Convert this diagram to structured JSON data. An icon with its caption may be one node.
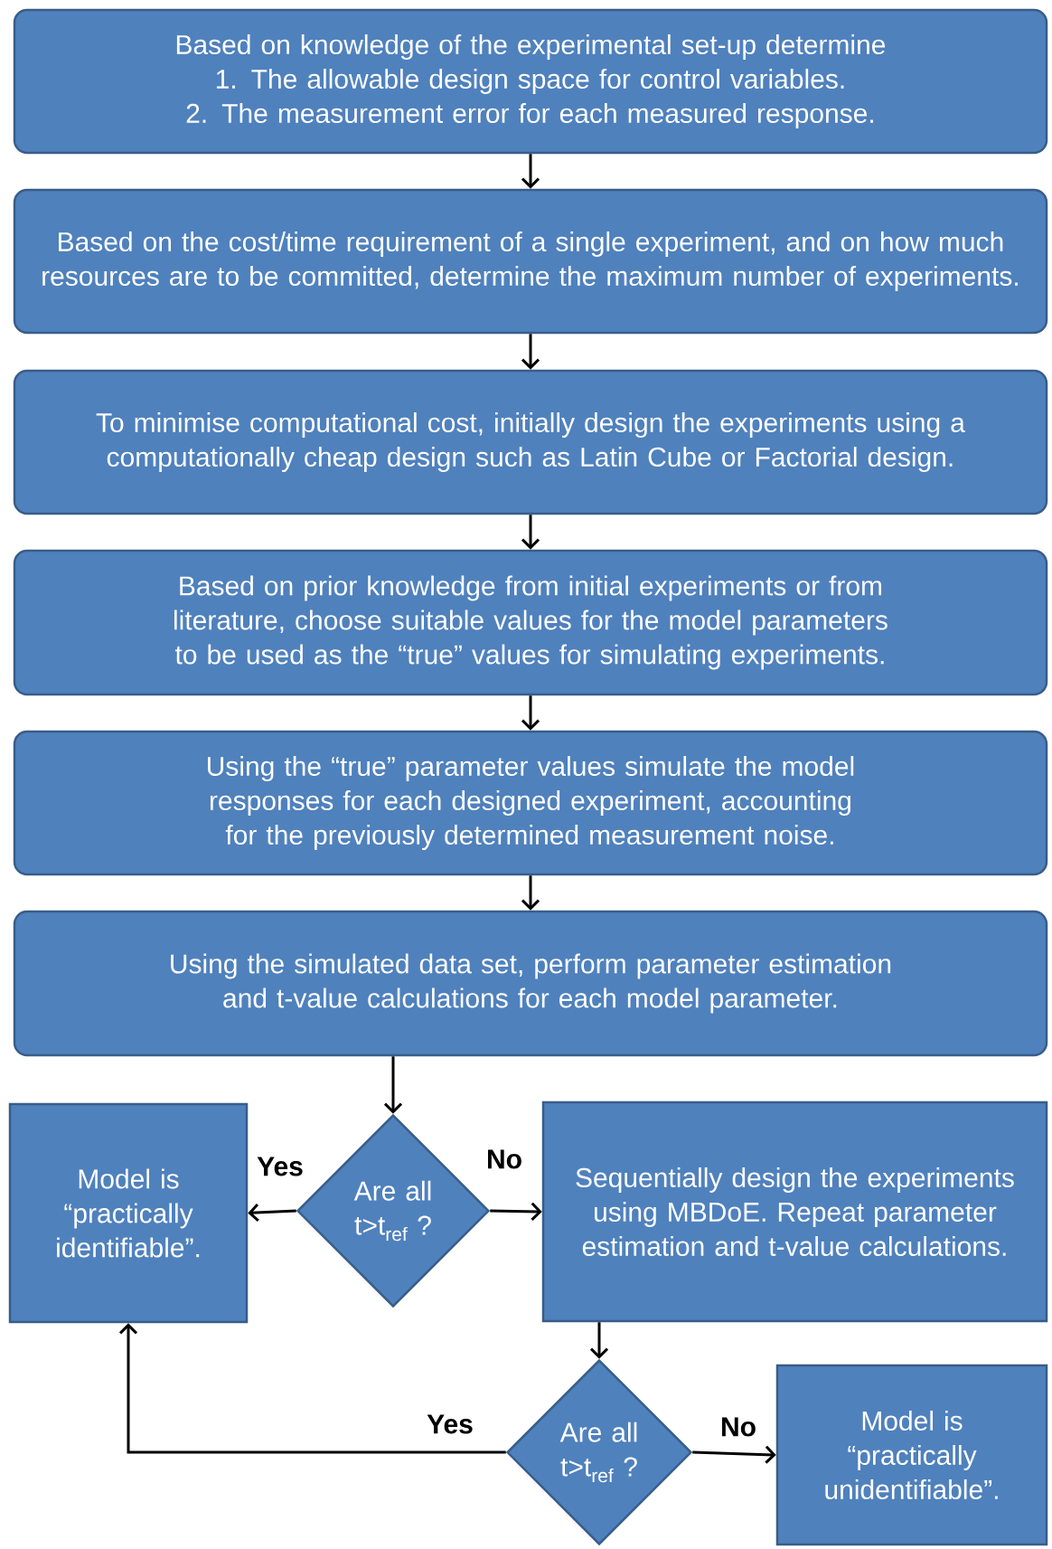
{
  "diagram": {
    "nodes": [
      {
        "text": [
          "Based on knowledge of the experimental set-up determine",
          "1. The allowable design space for control variables.",
          "2. The measurement error for each measured response."
        ]
      },
      {
        "text": [
          "Based on the cost/time requirement of a single experiment, and on how much resources are to be committed, determine the maximum number of experiments."
        ]
      },
      {
        "text": [
          "To minimise computational cost, initially design the experiments using a computationally cheap design such as Latin Cube or Factorial design."
        ]
      },
      {
        "text": [
          "Based on prior knowledge from initial experiments or from literature, choose suitable values for the model parameters to be used as the “true” values for simulating experiments."
        ]
      },
      {
        "text": [
          "Using the “true” parameter values simulate the model responses for each designed experiment, accounting for the previously determined measurement noise."
        ]
      },
      {
        "text": [
          "Using the simulated data set, perform parameter estimation and t-value calculations for each model parameter."
        ]
      },
      {
        "text": [
          "Model is “practically identifiable”."
        ]
      },
      {
        "text": [
          "Are all t>t$_{ref}$ ?"
        ]
      },
      {
        "text": [
          "Sequentially design the experiments using MBDoE. Repeat parameter estimation and t-value calculations."
        ]
      },
      {
        "text": [
          "Are all t>t$_{ref}$ ?"
        ]
      },
      {
        "text": [
          "Model is “practically unidentifiable”."
        ]
      }
    ],
    "edges": [
      {
        "from": 0,
        "to": 1,
        "arrow": "to"
      },
      {
        "from": 1,
        "to": 2,
        "arrow": "to"
      },
      {
        "from": 2,
        "to": 3,
        "arrow": "to"
      },
      {
        "from": 3,
        "to": 4,
        "arrow": "to"
      },
      {
        "from": 4,
        "to": 5,
        "arrow": "to"
      },
      {
        "from": 5,
        "to": 7,
        "arrow": "to"
      },
      {
        "from": 7,
        "to": 6,
        "arrow": "to",
        "label": "Yes"
      },
      {
        "from": 7,
        "to": 8,
        "arrow": "to",
        "label": "No"
      },
      {
        "from": 8,
        "to": 9,
        "arrow": "to"
      },
      {
        "from": 9,
        "to": 6,
        "arrow": "to",
        "label": "Yes"
      },
      {
        "from": 9,
        "to": 10,
        "arrow": "to",
        "label": "No"
      }
    ]
  }
}
